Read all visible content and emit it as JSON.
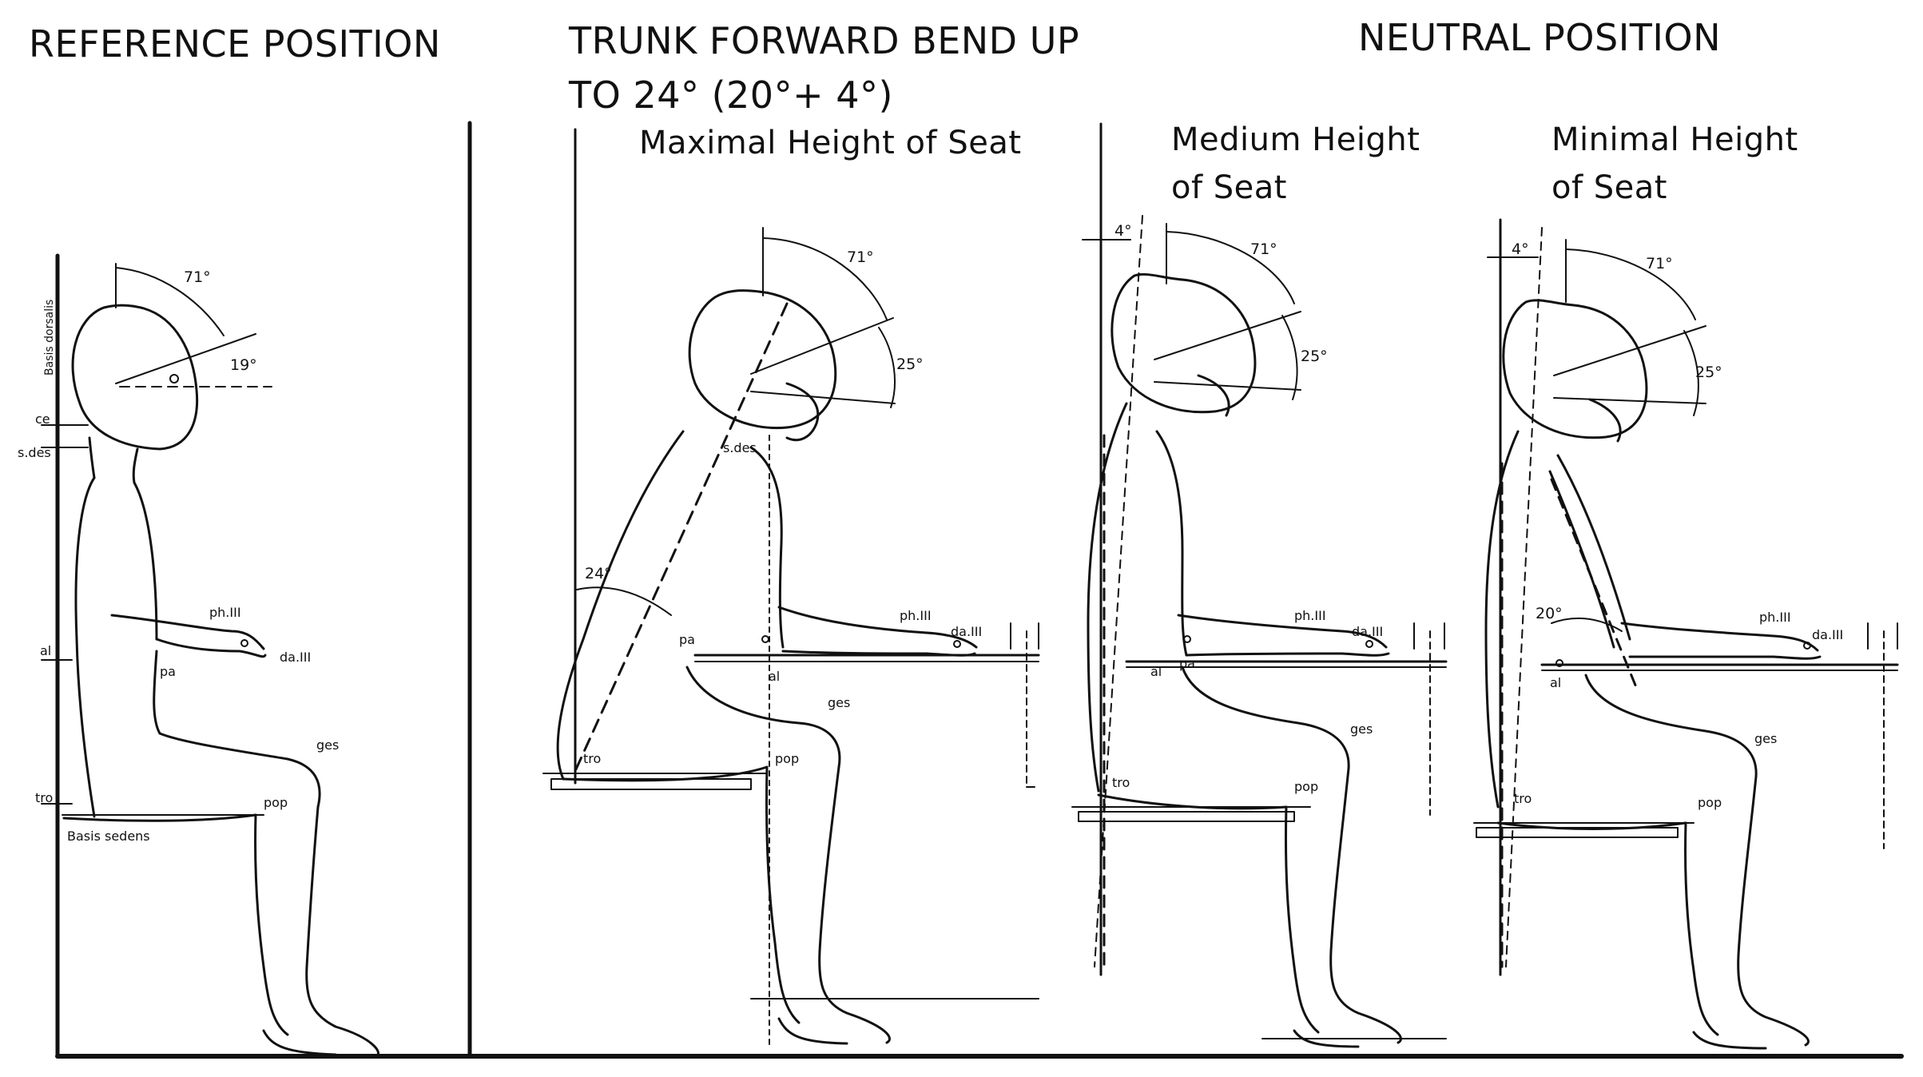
{
  "headings": {
    "reference": "REFERENCE POSITION",
    "trunk_line1": "TRUNK FORWARD BEND UP",
    "trunk_line2": "TO 24° (20°+ 4°)",
    "neutral": "NEUTRAL POSITION"
  },
  "subheadings": {
    "max_seat": "Maximal Height of Seat",
    "medium_line1": "Medium Height",
    "medium_line2": "of Seat",
    "minimal_line1": "Minimal Height",
    "minimal_line2": "of Seat"
  },
  "figure_ref": {
    "angle_top": "71°",
    "angle_side": "19°",
    "basis_dorsalis": "Basis dorsalis",
    "basis_sedens": "Basis sedens",
    "lbl_ce": "ce",
    "lbl_sdes": "s.des",
    "lbl_al": "al",
    "lbl_pa": "pa",
    "lbl_phIII": "ph.III",
    "lbl_daIII": "da.III",
    "lbl_tro": "tro",
    "lbl_pop": "pop",
    "lbl_ges": "ges"
  },
  "figure_max": {
    "angle_top": "71°",
    "angle_side": "25°",
    "angle_trunk": "24°",
    "lbl_sdes": "s.des",
    "lbl_pa": "pa",
    "lbl_al": "al",
    "lbl_phIII": "ph.III",
    "lbl_daIII": "da.III",
    "lbl_tro": "tro",
    "lbl_pop": "pop",
    "lbl_ges": "ges"
  },
  "figure_medium": {
    "angle_offset": "4°",
    "angle_top": "71°",
    "angle_side": "25°",
    "lbl_al": "al",
    "lbl_pa": "pa",
    "lbl_phIII": "ph.III",
    "lbl_daIII": "da.III",
    "lbl_tro": "tro",
    "lbl_pop": "pop",
    "lbl_ges": "ges"
  },
  "figure_min": {
    "angle_offset": "4°",
    "angle_top": "71°",
    "angle_side": "25°",
    "angle_trunk": "20°",
    "lbl_al": "al",
    "lbl_phIII": "ph.III",
    "lbl_daIII": "da.III",
    "lbl_tro": "tro",
    "lbl_pop": "pop",
    "lbl_ges": "ges"
  }
}
